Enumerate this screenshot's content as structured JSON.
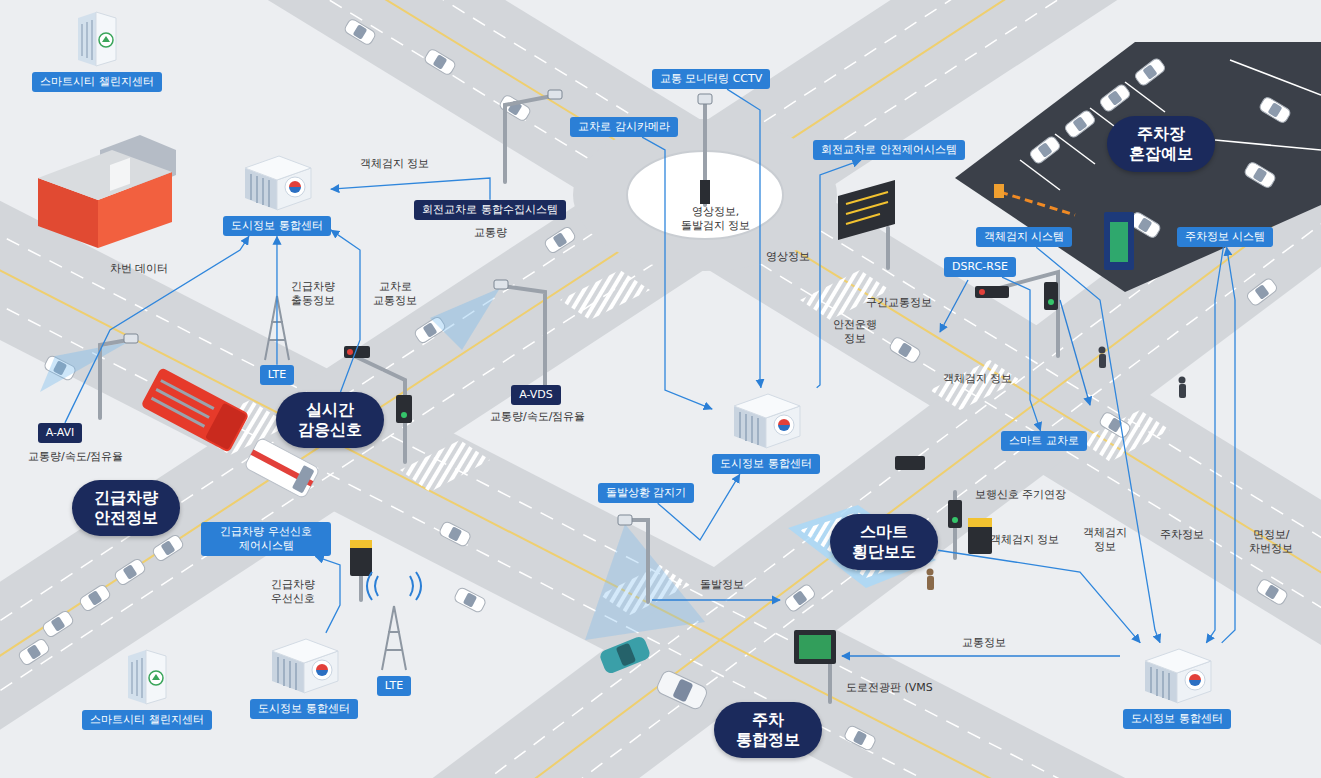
{
  "diagram": {
    "nodes": [
      {
        "text": [
          "스마트시티 챌린지센터"
        ]
      },
      {
        "text": [
          "도시정보 통합센터"
        ]
      },
      {
        "text": [
          "회전교차로 통합수집시스템"
        ]
      },
      {
        "text": [
          "교통 모니터링 CCTV"
        ]
      },
      {
        "text": [
          "교차로 감시카메라"
        ]
      },
      {
        "text": [
          "회전교차로 안전제어시스템"
        ]
      },
      {
        "text": [
          "주차장 혼잡예보"
        ]
      },
      {
        "text": [
          "객체검지 시스템"
        ]
      },
      {
        "text": [
          "주차정보 시스템"
        ]
      },
      {
        "text": [
          "DSRC-RSE"
        ]
      },
      {
        "text": [
          "LTE"
        ]
      },
      {
        "text": [
          "실시간 감응신호"
        ]
      },
      {
        "text": [
          "A-AVI"
        ]
      },
      {
        "text": [
          "A-VDS"
        ]
      },
      {
        "text": [
          "도시정보 통합센터"
        ]
      },
      {
        "text": [
          "스마트 교차로"
        ]
      },
      {
        "text": [
          "긴급차량 안전정보"
        ]
      },
      {
        "text": [
          "긴급차량 우선신호 제어시스템"
        ]
      },
      {
        "text": [
          "돌발상황 감지기"
        ]
      },
      {
        "text": [
          "스마트 횡단보도"
        ]
      },
      {
        "text": [
          "LTE"
        ]
      },
      {
        "text": [
          "스마트시티 챌린지센터"
        ]
      },
      {
        "text": [
          "도시정보 통합센터"
        ]
      },
      {
        "text": [
          "주차 통합정보"
        ]
      },
      {
        "text": [
          "도시정보 통합센터"
        ]
      }
    ],
    "edges": [
      {
        "from": 2,
        "to": 1,
        "arrow": "to"
      },
      {
        "from": 12,
        "to": 1,
        "arrow": "to"
      },
      {
        "from": 10,
        "to": 1,
        "arrow": "to"
      },
      {
        "from": 11,
        "to": 1,
        "arrow": "to"
      },
      {
        "from": 4,
        "to": 14,
        "arrow": "to"
      },
      {
        "from": 3,
        "to": 14,
        "arrow": "to"
      },
      {
        "from": 14,
        "to": 5,
        "arrow": "to"
      },
      {
        "from": 9,
        "to": 15,
        "arrow": "to"
      },
      {
        "from": 18,
        "to": 14,
        "arrow": "to"
      },
      {
        "from": 19,
        "to": 24,
        "arrow": "to"
      },
      {
        "from": 7,
        "to": 24,
        "arrow": "to"
      },
      {
        "from": 8,
        "to": 24,
        "arrow": "to"
      },
      {
        "from": 24,
        "to": 8,
        "arrow": "to"
      },
      {
        "from": 22,
        "to": 17,
        "arrow": "to"
      }
    ],
    "labels": [
      "객체검지 정보",
      "교통량",
      "차번 데이터",
      "긴급차량 출동정보",
      "교차로 교통정보",
      "교통량/속도/점유율",
      "교통량/속도/점유율",
      "영상정보, 돌발검지 정보",
      "영상정보",
      "안전운행 정보",
      "구간교통정보",
      "객체검지 정보",
      "보행신호 주기연장",
      "객체검지 정보",
      "긴급차량 우선신호",
      "돌발정보",
      "도로전광판 (VMS",
      "교통정보",
      "객체검지 정보",
      "주차정보",
      "면정보/ 차번정보"
    ]
  }
}
